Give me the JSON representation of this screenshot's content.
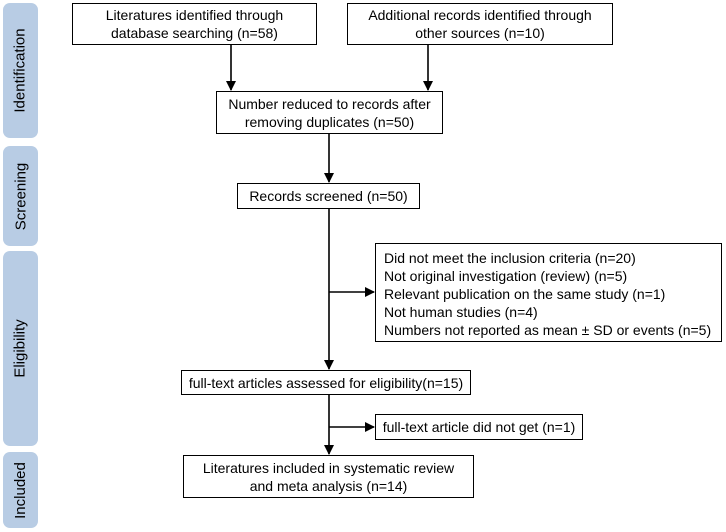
{
  "stages": {
    "identification": "Identification",
    "screening": "Screening",
    "eligibility": "Eligibility",
    "included": "Included"
  },
  "boxes": {
    "database": {
      "line1": "Literatures identified through",
      "line2": "database searching (n=58)"
    },
    "other_sources": {
      "line1": "Additional records identified through",
      "line2": "other sources (n=10)"
    },
    "duplicates": {
      "line1": "Number reduced to  records after",
      "line2": "removing duplicates (n=50)"
    },
    "screened": {
      "line1": "Records screened (n=50)"
    },
    "excluded": {
      "lines": [
        "Did not meet the inclusion criteria (n=20)",
        "Not original investigation (review) (n=5)",
        "Relevant publication on the same study (n=1)",
        "Not human studies (n=4)",
        "Numbers not reported as mean ± SD or events (n=5)"
      ]
    },
    "fulltext": {
      "line1": "full-text articles assessed for eligibility(n=15)"
    },
    "not_obtained": {
      "line1": "full-text article did not get (n=1)"
    },
    "included": {
      "line1": "Literatures included in systematic review",
      "line2": "and meta analysis (n=14)"
    }
  }
}
